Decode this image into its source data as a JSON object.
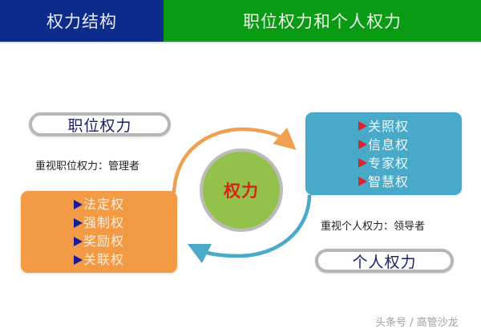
{
  "header": {
    "left_title": "权力结构",
    "right_title": "职位权力和个人权力",
    "left_color": "#0c2b8a",
    "right_color": "#0a9a14"
  },
  "position_power": {
    "label": "职位权力",
    "caption": "重视职位权力：管理者",
    "box_color": "#f39a44",
    "bullet_icon": "triangle-right-icon",
    "bullet_color": "#1a1a9a",
    "items": [
      {
        "label": "法定权"
      },
      {
        "label": "强制权"
      },
      {
        "label": "奖励权"
      },
      {
        "label": "关联权"
      }
    ]
  },
  "personal_power": {
    "label": "个人权力",
    "caption": "重视个人权力：领导者",
    "box_color": "#49a9c9",
    "bullet_icon": "triangle-right-icon",
    "bullet_color": "#d9262c",
    "items": [
      {
        "label": "关照权"
      },
      {
        "label": "信息权"
      },
      {
        "label": "专家权"
      },
      {
        "label": "智慧权"
      }
    ]
  },
  "center": {
    "label": "权力",
    "fill_color": "#93c14a",
    "text_color": "#d8231a"
  },
  "arrows": {
    "top_arrow_color": "#f0a050",
    "bottom_arrow_color": "#4aaac8"
  },
  "watermark": "头条号 / 高管沙龙"
}
